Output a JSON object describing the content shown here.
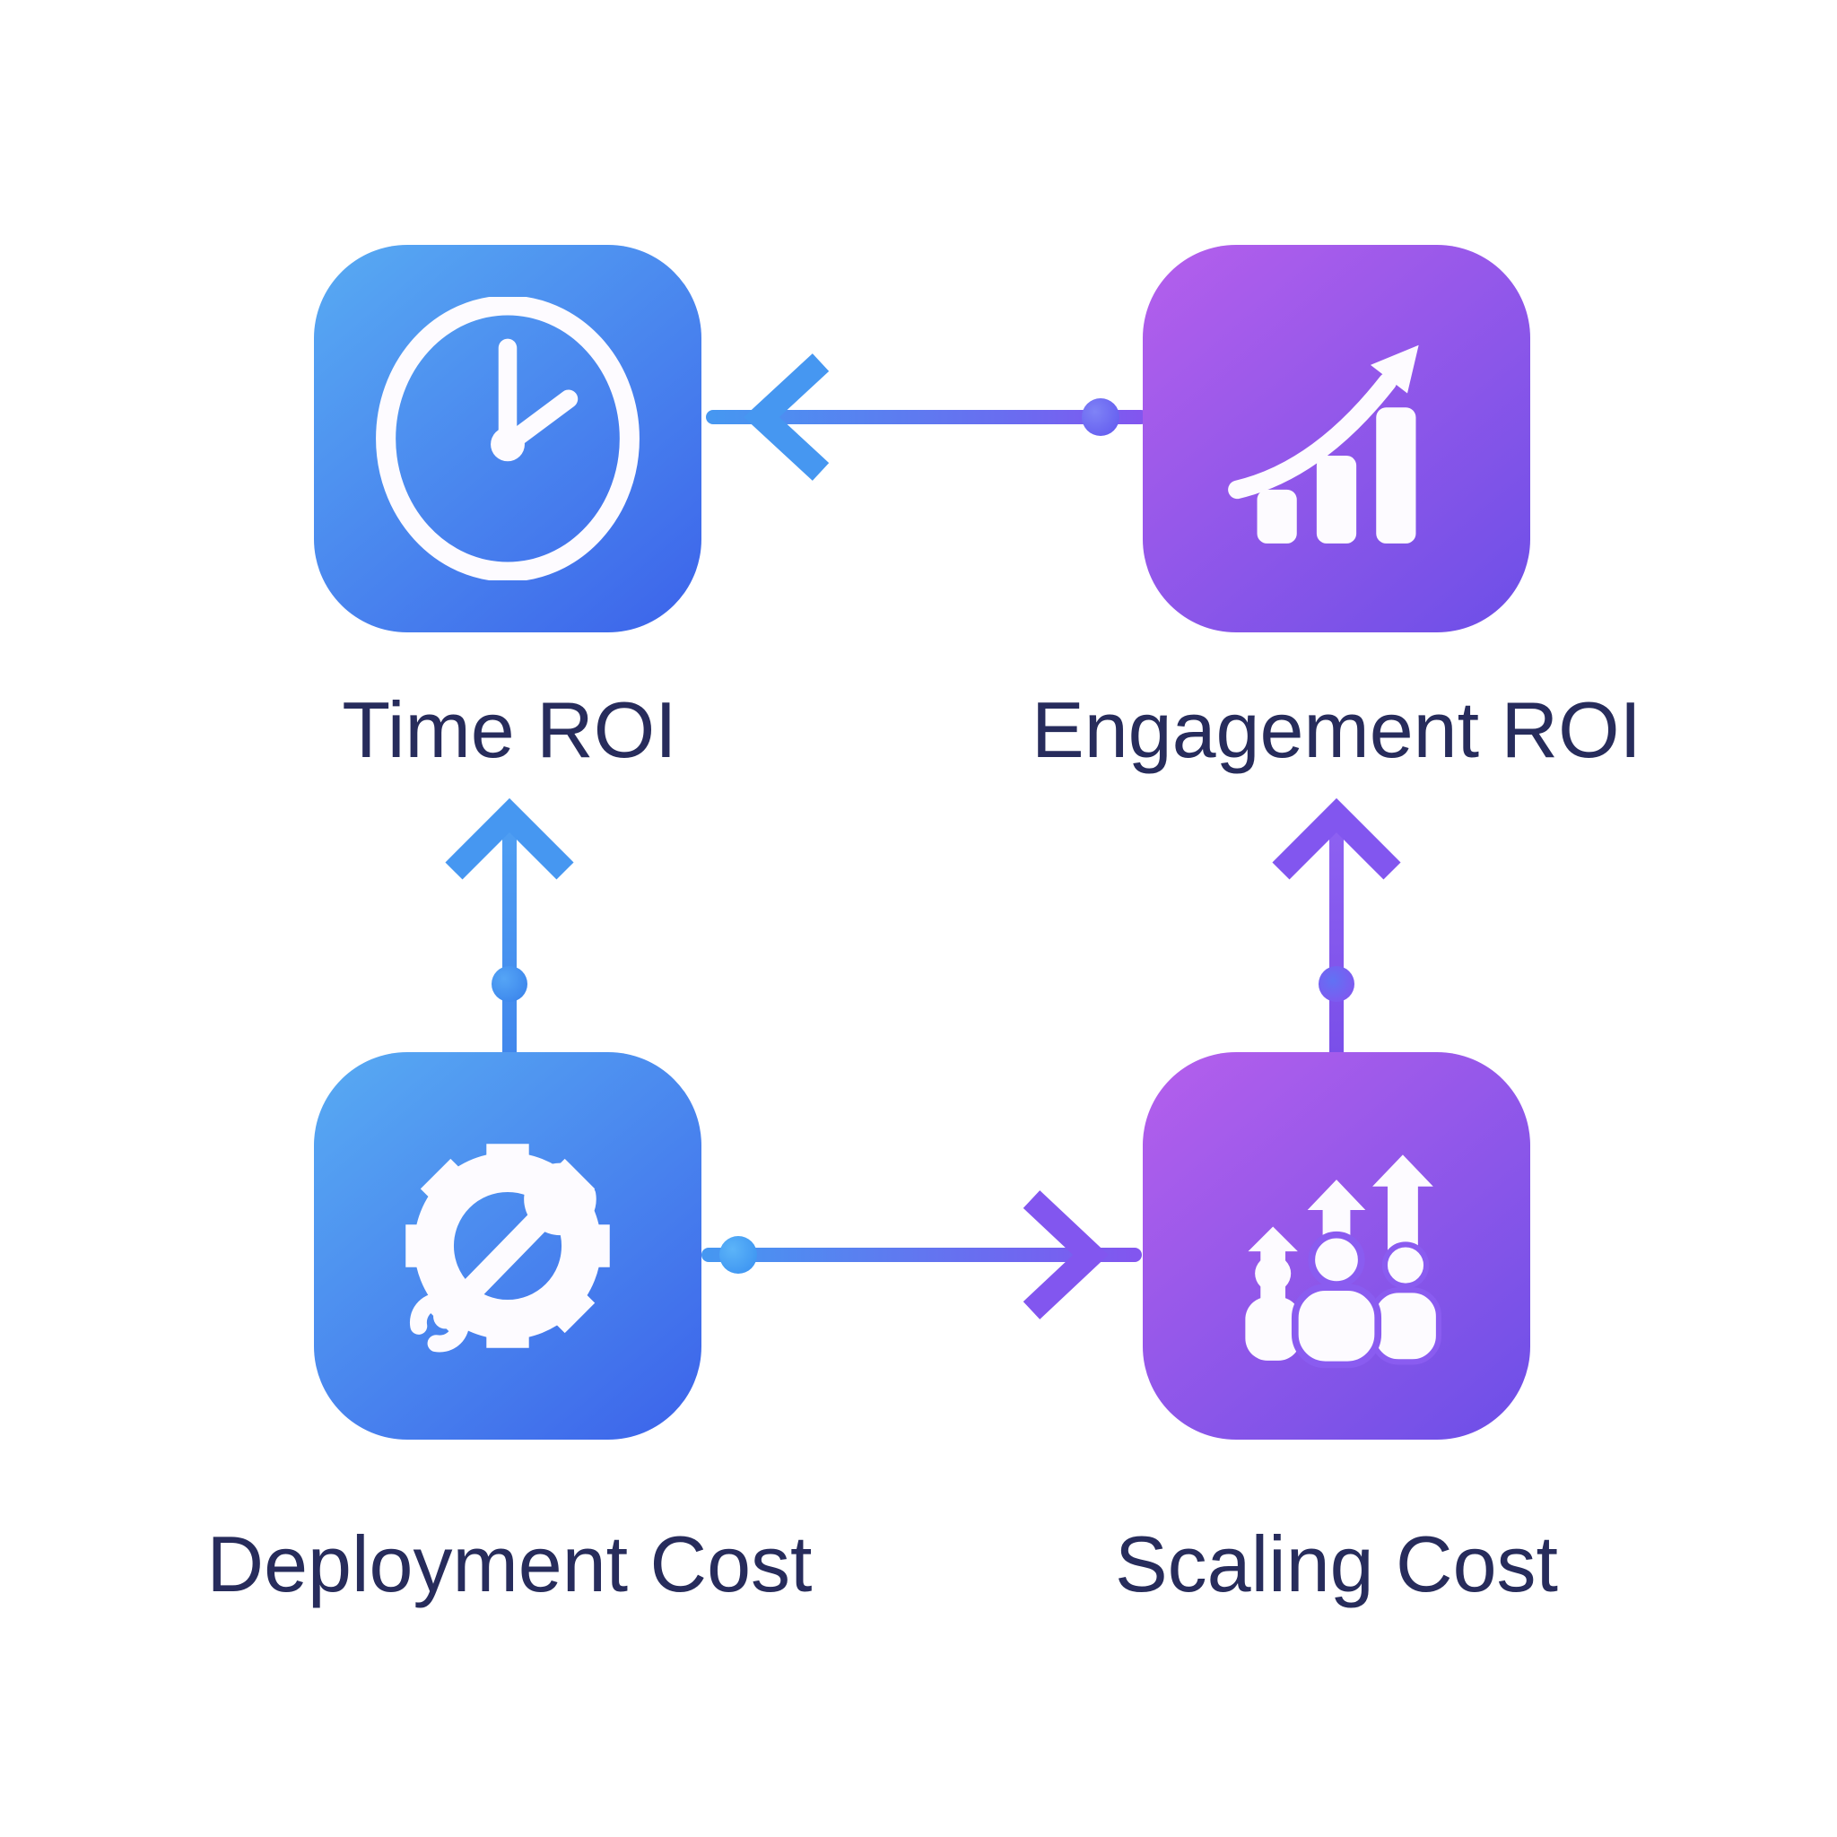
{
  "diagram": {
    "background": "#ffffff",
    "nodes": [
      {
        "id": "time-roi",
        "label": "Time ROI",
        "icon": "clock-icon",
        "theme": "blue"
      },
      {
        "id": "engagement-roi",
        "label": "Engagement ROI",
        "icon": "growth-chart-icon",
        "theme": "purple"
      },
      {
        "id": "deployment-cost",
        "label": "Deployment Cost",
        "icon": "gear-wrench-icon",
        "theme": "blue"
      },
      {
        "id": "scaling-cost",
        "label": "Scaling Cost",
        "icon": "people-growth-icon",
        "theme": "purple"
      }
    ],
    "edges": [
      {
        "from": "engagement-roi",
        "to": "time-roi",
        "direction": "left",
        "style": "line-with-dot-and-chevron"
      },
      {
        "from": "deployment-cost",
        "to": "time-roi",
        "direction": "up",
        "style": "line-with-dot-and-chevron"
      },
      {
        "from": "deployment-cost",
        "to": "scaling-cost",
        "direction": "right",
        "style": "line-with-dot-and-chevron"
      },
      {
        "from": "scaling-cost",
        "to": "engagement-roi",
        "direction": "up",
        "style": "line-with-dot-and-chevron"
      }
    ]
  },
  "colors": {
    "bg": "#ffffff",
    "label-color": "#272c5c",
    "tile-blue-a": "#58abf3",
    "tile-blue-b": "#3c63ea",
    "tile-purple-a": "#b55fec",
    "tile-purple-b": "#6c4fe7",
    "arrow-blue": "#4697f1",
    "arrow-purple": "#8256ef",
    "dot-indigo": "#6c67f1",
    "dot-sky": "#47a2f5",
    "dot-blue": "#4492f1",
    "dot-purple": "#7d5af0",
    "icon-white": "#fdfbff"
  }
}
